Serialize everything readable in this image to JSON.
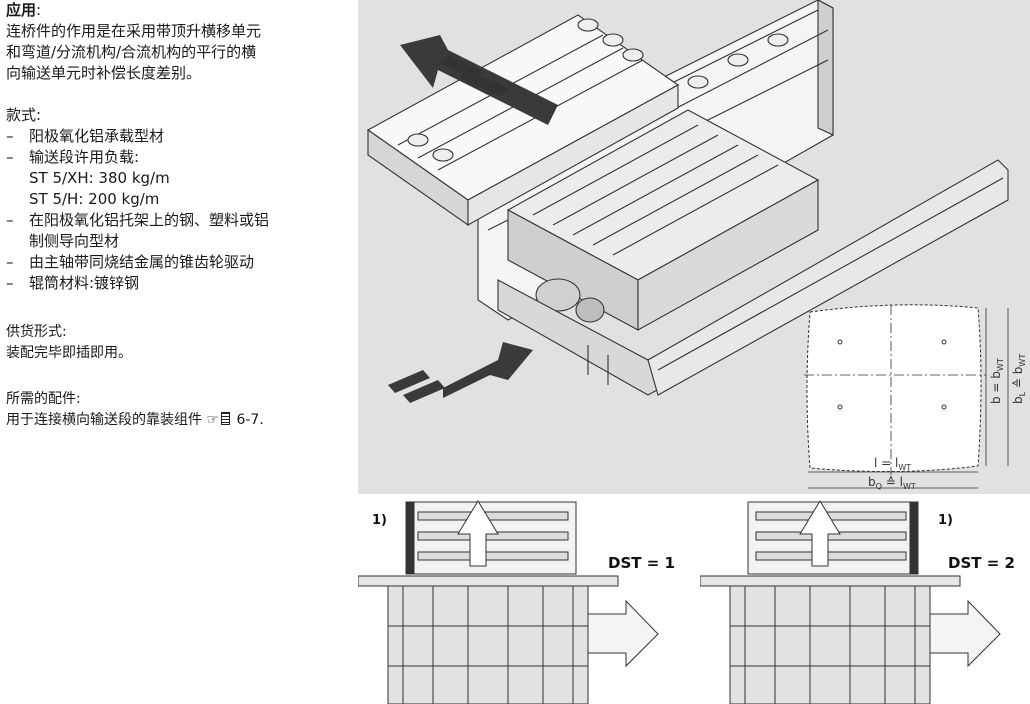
{
  "text": {
    "application_heading": "应用",
    "application_colon": ":",
    "application_body_1": "连桥件的作用是在采用带顶升横移单元",
    "application_body_2": "和弯道/分流机构/合流机构的平行的横",
    "application_body_3": "向输送单元时补偿长度差别。",
    "version_heading": "款式",
    "version_colon": ":",
    "bullets": [
      {
        "line1": "阳极氧化铝承载型材",
        "line2": ""
      },
      {
        "line1": "输送段许用负载:",
        "line2": ""
      },
      {
        "line1": "在阳极氧化铝托架上的钢、塑料或铝",
        "line2": "制侧导向型材"
      },
      {
        "line1": "由主轴带同烧结金属的锥齿轮驱动",
        "line2": ""
      },
      {
        "line1": "辊筒材料:镀锌钢",
        "line2": ""
      }
    ],
    "bullet_dash": "–",
    "load_xh": "ST 5/XH: 380 kg/m",
    "load_h": "ST 5/H: 200 kg/m",
    "delivery_heading": "供货形式:",
    "delivery_body": "装配完毕即插即用。",
    "accessory_heading": "所需的配件:",
    "accessory_body_prefix": "用于连接横向输送段的靠装组件",
    "accessory_body_ref": "6-7."
  },
  "figure_main": {
    "dim_b": "b = b",
    "dim_b_sub": "WT",
    "dim_bl": "b",
    "dim_bl_sub": "L",
    "dim_bl_mid": " ≙ b",
    "dim_bl_sub2": "WT",
    "dim_l": "l = l",
    "dim_l_sub": "WT",
    "dim_bq": "b",
    "dim_bq_sub": "Q",
    "dim_bq_mid": " ≙ l",
    "dim_bq_sub2": "WT"
  },
  "figure_bottom": {
    "left_note": "1)",
    "left_label": "DST = 1",
    "right_note": "1)",
    "right_label": "DST = 2"
  },
  "icons": [
    "pointing-hand-icon",
    "document-icon",
    "arrow-icon"
  ],
  "colors": {
    "figure_bg": "#e1e1e1",
    "arrow_dark": "#3a3a3a",
    "line": "#333333"
  }
}
